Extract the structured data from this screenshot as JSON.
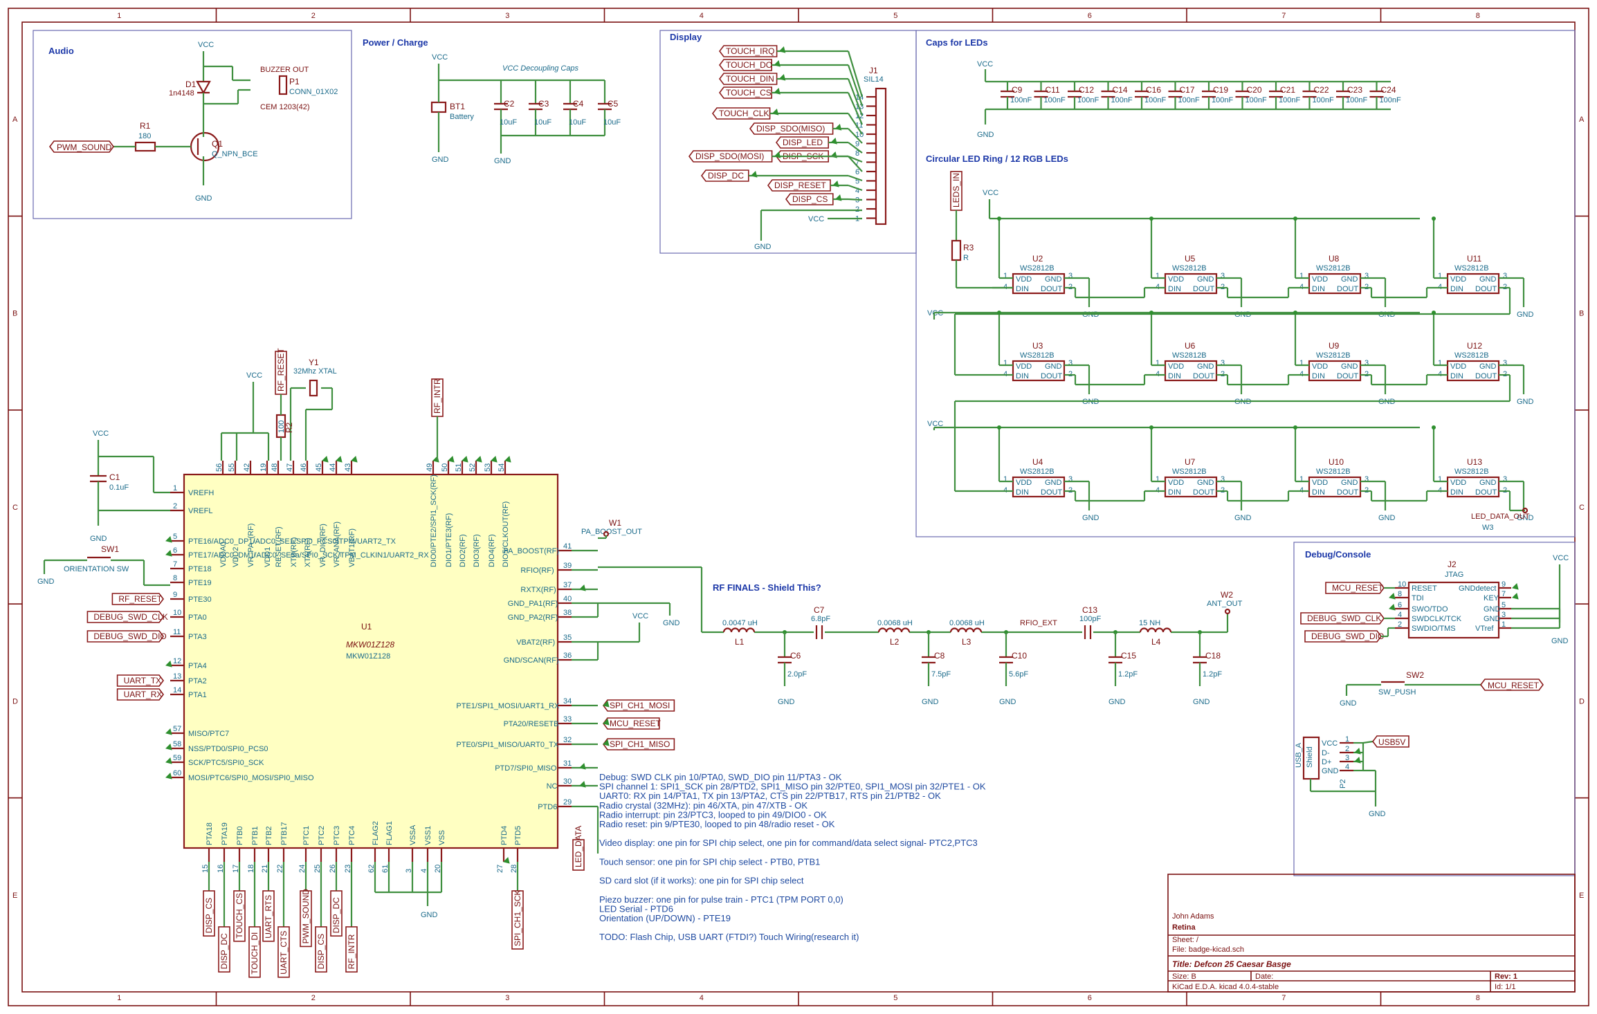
{
  "frame": {
    "columns": [
      "1",
      "2",
      "3",
      "4",
      "5",
      "6",
      "7",
      "8"
    ],
    "rows": [
      "A",
      "B",
      "C",
      "D",
      "E"
    ]
  },
  "sections": {
    "audio": "Audio",
    "power": "Power / Charge",
    "display": "Display",
    "caps_leds": "Caps for LEDs",
    "led_ring": "Circular LED Ring / 12 RGB LEDs",
    "rf_finals": "RF FINALS - Shield This?",
    "debug": "Debug/Console"
  },
  "audio": {
    "vcc": "VCC",
    "gnd": "GND",
    "d1_ref": "D1",
    "d1_val": "1n4148",
    "buzzer_out": "BUZZER OUT",
    "p1_ref": "P1",
    "p1_val": "CONN_01X02",
    "cem": "CEM 1203(42)",
    "r1_ref": "R1",
    "r1_val": "180",
    "q1_ref": "Q1",
    "q1_val": "Q_NPN_BCE",
    "pwm_sound": "PWM_SOUND"
  },
  "power": {
    "vcc": "VCC",
    "gnd1": "GND",
    "gnd2": "GND",
    "decoupling": "VCC Decoupling Caps",
    "bt1_ref": "BT1",
    "bt1_val": "Battery",
    "caps": [
      {
        "ref": "C2",
        "val": "10uF"
      },
      {
        "ref": "C3",
        "val": "10uF"
      },
      {
        "ref": "C4",
        "val": "10uF"
      },
      {
        "ref": "C5",
        "val": "10uF"
      }
    ]
  },
  "display": {
    "j1_ref": "J1",
    "j1_val": "SIL14",
    "labels": [
      "TOUCH_IRQ",
      "TOUCH_DO",
      "TOUCH_DIN",
      "TOUCH_CS",
      "TOUCH_CLK",
      "DISP_SDO(MISO)",
      "DISP_LED",
      "DISP_SCK",
      "DISP_SDO(MOSI)",
      "DISP_DC",
      "DISP_RESET",
      "DISP_CS"
    ],
    "pins": [
      "14",
      "13",
      "12",
      "11",
      "10",
      "9",
      "8",
      "7",
      "6",
      "5",
      "4",
      "3",
      "2",
      "1"
    ],
    "gnd": "GND",
    "vcc": "VCC"
  },
  "leds_caps": {
    "vcc": "VCC",
    "gnd": "GND",
    "caps": [
      {
        "ref": "C9",
        "val": "100nF"
      },
      {
        "ref": "C11",
        "val": "100nF"
      },
      {
        "ref": "C12",
        "val": "100nF"
      },
      {
        "ref": "C14",
        "val": "100nF"
      },
      {
        "ref": "C16",
        "val": "100nF"
      },
      {
        "ref": "C17",
        "val": "100nF"
      },
      {
        "ref": "C19",
        "val": "100nF"
      },
      {
        "ref": "C20",
        "val": "100nF"
      },
      {
        "ref": "C21",
        "val": "100nF"
      },
      {
        "ref": "C22",
        "val": "100nF"
      },
      {
        "ref": "C23",
        "val": "100nF"
      },
      {
        "ref": "C24",
        "val": "100nF"
      }
    ]
  },
  "led_ring": {
    "leds_in": "LEDS_IN",
    "r3_ref": "R3",
    "r3_val": "R",
    "vcc": "VCC",
    "gnd": "GND",
    "chip": "WS2812B",
    "rows": [
      [
        "U2",
        "U5",
        "U8",
        "U11"
      ],
      [
        "U3",
        "U6",
        "U9",
        "U12"
      ],
      [
        "U4",
        "U7",
        "U10",
        "U13"
      ]
    ],
    "vdd": "VDD",
    "gndpin": "GND",
    "din": "DIN",
    "dout": "DOUT",
    "p1": "1",
    "p2": "2",
    "p3": "3",
    "p4": "4",
    "led_data_out": "LED_DATA_OUT",
    "w3": "W3"
  },
  "mcu": {
    "u1_ref": "U1",
    "u1_part": "MKW01Z128",
    "u1_val": "MKW01Z128",
    "vcc": "VCC",
    "gnd": "GND",
    "c1_ref": "C1",
    "c1_val": "0.1uF",
    "sw1_ref": "SW1",
    "sw1_val": "ORIENTATION SW",
    "y1_ref": "Y1",
    "y1_val": "32Mhz XTAL",
    "r2_ref": "R2",
    "r2_val": "100",
    "rf_reset_top": "RF_RESET",
    "rf_intr_top": "RF_INTR",
    "top_pins": [
      {
        "num": "56",
        "name": "VDDA0"
      },
      {
        "num": "55",
        "name": "VDD2"
      },
      {
        "num": "42",
        "name": "VR_PA_(RF)"
      },
      {
        "num": "19",
        "name": "VDD1"
      },
      {
        "num": "48",
        "name": "RESET(RF)"
      },
      {
        "num": "47",
        "name": "XTB(RF)"
      },
      {
        "num": "46",
        "name": "XTA(RF)"
      },
      {
        "num": "45",
        "name": "VR_DIG(RF)"
      },
      {
        "num": "44",
        "name": "VR_ANA(RF)"
      },
      {
        "num": "43",
        "name": "VBAT1(RF)"
      },
      {
        "num": "49",
        "name": "DIO0/PTE2/SPI1_SCK(RF)"
      },
      {
        "num": "50",
        "name": "DIO1/PTE3(RF)"
      },
      {
        "num": "51",
        "name": "DIO2(RF)"
      },
      {
        "num": "52",
        "name": "DIO3(RF)"
      },
      {
        "num": "53",
        "name": "DIO4(RF)"
      },
      {
        "num": "54",
        "name": "DIO5/CLKOUT(RF)"
      }
    ],
    "left_pins": [
      {
        "num": "1",
        "name": "VREFH",
        "net": ""
      },
      {
        "num": "2",
        "name": "VREFL",
        "net": ""
      },
      {
        "num": "5",
        "name": "PTE16/ADC0_DP1/ADC0_SE1/SPI0_PCS0/TPM/UART2_TX",
        "net": ""
      },
      {
        "num": "6",
        "name": "PTE17/ADC0_DM1/ADC0_SE5a/SPI0_SCK/TPM_CLKIN1/UART2_RX",
        "net": ""
      },
      {
        "num": "7",
        "name": "PTE18",
        "net": ""
      },
      {
        "num": "8",
        "name": "PTE19",
        "net": ""
      },
      {
        "num": "9",
        "name": "PTE30",
        "net": "RF_RESET"
      },
      {
        "num": "10",
        "name": "PTA0",
        "net": "DEBUG_SWD_CLK"
      },
      {
        "num": "11",
        "name": "PTA3",
        "net": "DEBUG_SWD_DIO"
      },
      {
        "num": "12",
        "name": "PTA4",
        "net": ""
      },
      {
        "num": "13",
        "name": "PTA2",
        "net": "UART_TX"
      },
      {
        "num": "14",
        "name": "PTA1",
        "net": "UART_RX"
      },
      {
        "num": "57",
        "name": "MISO/PTC7",
        "net": ""
      },
      {
        "num": "58",
        "name": "NSS/PTD0/SPI0_PCS0",
        "net": ""
      },
      {
        "num": "59",
        "name": "SCK/PTC5/SPI0_SCK",
        "net": ""
      },
      {
        "num": "60",
        "name": "MOSI/PTC6/SPI0_MOSI/SPI0_MISO",
        "net": ""
      }
    ],
    "right_pins": [
      {
        "num": "41",
        "name": "PA_BOOST(RF)",
        "net": "PA_BOOST_OUT"
      },
      {
        "num": "39",
        "name": "RFIO(RF)",
        "net": ""
      },
      {
        "num": "37",
        "name": "RXTX(RF)",
        "net": ""
      },
      {
        "num": "40",
        "name": "GND_PA1(RF)",
        "net": ""
      },
      {
        "num": "38",
        "name": "GND_PA2(RF)",
        "net": ""
      },
      {
        "num": "35",
        "name": "VBAT2(RF)",
        "net": ""
      },
      {
        "num": "36",
        "name": "GND/SCAN(RF)",
        "net": ""
      },
      {
        "num": "34",
        "name": "PTE1/SPI1_MOSI/UART1_RX",
        "net": "SPI_CH1_MOSI"
      },
      {
        "num": "33",
        "name": "PTA20/RESETB",
        "net": "MCU_RESET"
      },
      {
        "num": "32",
        "name": "PTE0/SPI1_MISO/UART0_TX",
        "net": "SPI_CH1_MISO"
      },
      {
        "num": "31",
        "name": "PTD7/SPI0_MISO",
        "net": ""
      },
      {
        "num": "30",
        "name": "NC",
        "net": ""
      },
      {
        "num": "29",
        "name": "PTD6",
        "net": "LED_DATA"
      }
    ],
    "w1": "W1",
    "bottom_pins": [
      {
        "num": "15",
        "name": "PTA18",
        "net": "DISP_CS"
      },
      {
        "num": "16",
        "name": "PTA19",
        "net": "DISP_DC"
      },
      {
        "num": "17",
        "name": "PTB0",
        "net": "TOUCH_CS"
      },
      {
        "num": "18",
        "name": "PTB1",
        "net": "TOUCH_DI"
      },
      {
        "num": "21",
        "name": "PTB2",
        "net": "UART_RTS"
      },
      {
        "num": "22",
        "name": "PTB17",
        "net": "UART_CTS"
      },
      {
        "num": "24",
        "name": "PTC1",
        "net": "PWM_SOUND"
      },
      {
        "num": "25",
        "name": "PTC2",
        "net": "DISP_CS"
      },
      {
        "num": "26",
        "name": "PTC3",
        "net": "DISP_DC"
      },
      {
        "num": "23",
        "name": "PTC4",
        "net": "RF_INTR"
      },
      {
        "num": "62",
        "name": "FLAG2",
        "net": ""
      },
      {
        "num": "61",
        "name": "FLAG1",
        "net": ""
      },
      {
        "num": "3",
        "name": "VSSA",
        "net": ""
      },
      {
        "num": "4",
        "name": "VSS1",
        "net": ""
      },
      {
        "num": "20",
        "name": "VSS",
        "net": ""
      },
      {
        "num": "27",
        "name": "PTD4",
        "net": ""
      },
      {
        "num": "28",
        "name": "PTD5",
        "net": "SPI_CH1_SCK"
      }
    ]
  },
  "rf": {
    "parts": [
      {
        "ref": "L1",
        "val": "0.0047 uH"
      },
      {
        "ref": "C6",
        "val": "2.0pF"
      },
      {
        "ref": "C7",
        "val": "6.8pF"
      },
      {
        "ref": "L2",
        "val": "0.0068 uH"
      },
      {
        "ref": "C8",
        "val": "7.5pF"
      },
      {
        "ref": "L3",
        "val": "0.0068 uH"
      },
      {
        "ref": "C10",
        "val": "5.6pF"
      },
      {
        "ref": "C13",
        "val": "100pF"
      },
      {
        "ref": "C15",
        "val": "1.2pF"
      },
      {
        "ref": "L4",
        "val": "15 NH"
      },
      {
        "ref": "C18",
        "val": "1.2pF"
      }
    ],
    "rfio_ext": "RFIO_EXT",
    "w2": "W2",
    "ant_out": "ANT_OUT",
    "gnd": "GND"
  },
  "debug": {
    "j2_ref": "J2",
    "j2_val": "JTAG",
    "vcc": "VCC",
    "gnd": "GND",
    "j2_left": [
      {
        "num": "10",
        "name": "RESET"
      },
      {
        "num": "8",
        "name": "TDI"
      },
      {
        "num": "6",
        "name": "SWO/TDO"
      },
      {
        "num": "4",
        "name": "SWDCLK/TCK"
      },
      {
        "num": "2",
        "name": "SWDIO/TMS"
      }
    ],
    "j2_right": [
      {
        "num": "9",
        "name": "GNDdetect"
      },
      {
        "num": "7",
        "name": "KEY"
      },
      {
        "num": "5",
        "name": "GND"
      },
      {
        "num": "3",
        "name": "GND"
      },
      {
        "num": "1",
        "name": "VTref"
      }
    ],
    "nets": [
      "MCU_RESET",
      "DEBUG_SWD_CLK",
      "DEBUG_SWD_DIO"
    ],
    "sw2_ref": "SW2",
    "sw2_val": "SW_PUSH",
    "mcu_reset2": "MCU_RESET",
    "usb_ref": "USB_A",
    "usb_shield": "Shield",
    "p2_ref": "P2",
    "usb_pins": [
      "VCC",
      "D-",
      "D+",
      "GND"
    ],
    "usb_nums": [
      "1",
      "2",
      "3",
      "4"
    ],
    "usb5v": "USB5V"
  },
  "notes": [
    "Debug: SWD CLK pin 10/PTA0, SWD_DIO pin 11/PTA3 - OK",
    "SPI channel 1: SPI1_SCK pin 28/PTD2, SPI1_MISO pin 32/PTE0, SPI1_MOSI pin 32/PTE1 - OK",
    "UART0: RX pin 14/PTA1, TX pin 13/PTA2, CTS pin 22/PTB17, RTS pin 21/PTB2 - OK",
    "Radio crystal (32MHz): pin 46/XTA, pin 47/XTB - OK",
    "Radio interrupt: pin 23/PTC3, looped to pin 49/DIO0 - OK",
    "Radio reset: pin 9/PTE30, looped to pin 48/radio reset - OK",
    "",
    "Video display: one pin for SPI chip select, one pin for command/data select signal- PTC2,PTC3",
    "",
    "Touch sensor: one pin for SPI chip select - PTB0, PTB1",
    "",
    "SD card slot (if it works): one pin for SPI chip select",
    "",
    "Piezo buzzer: one pin for pulse train - PTC1 (TPM PORT 0,0)",
    "LED Serial - PTD6",
    "Orientation (UP/DOWN) - PTE19",
    "",
    "TODO: Flash Chip, USB UART (FTDI?) Touch Wiring(research it)"
  ],
  "title_block": {
    "author": "John Adams",
    "company": "Retina",
    "sheet": "Sheet: /",
    "file": "File: badge-kicad.sch",
    "title": "Title: Defcon 25 Caesar Basge",
    "size": "Size: B",
    "date": "Date:",
    "rev": "Rev: 1",
    "tool": "KiCad E.D.A.  kicad 4.0.4-stable",
    "id": "Id: 1/1"
  }
}
